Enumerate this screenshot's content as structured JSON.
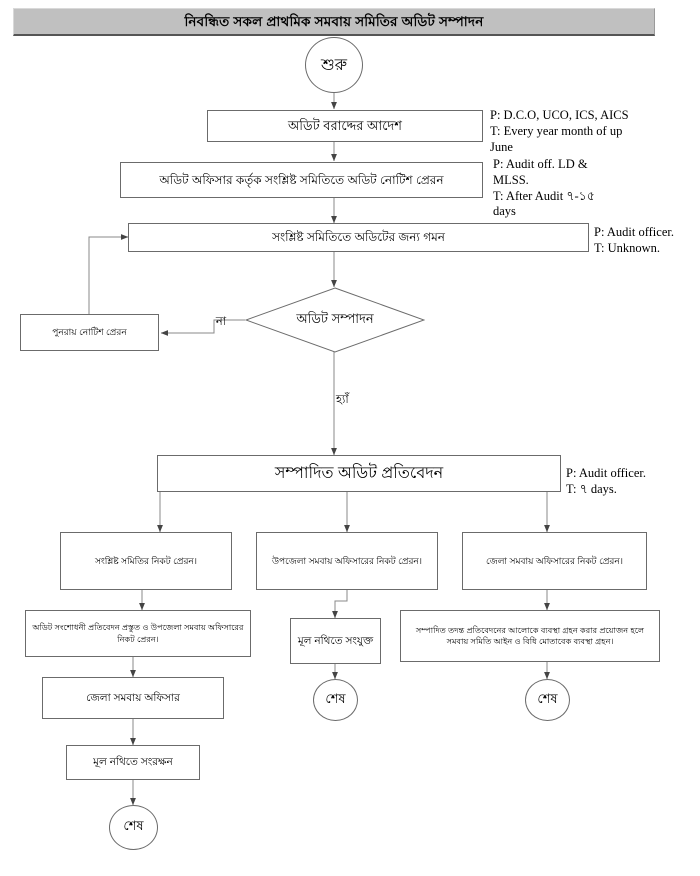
{
  "header": {
    "title": "নিবন্ধিত সকল প্রাথমিক সমবায় সমিতির অডিট সম্পাদন"
  },
  "nodes": {
    "start": {
      "label": "শুরু"
    },
    "audit_allocation_order": {
      "label": "অডিট বরাদ্দের আদেশ"
    },
    "audit_notice_send": {
      "label": "অডিট অফিসার কর্তৃক সংশ্লিষ্ট সমিতিতে অডিট নোটিশ প্রেরন"
    },
    "go_to_society": {
      "label": "সংশ্লিষ্ট সমিতিতে অডিটের জন্য গমন"
    },
    "decision_audit_done": {
      "label": "অডিট সম্পাদন"
    },
    "resend_notice": {
      "label": "পুনরায় নোটিশ প্রেরন"
    },
    "completed_audit_report": {
      "label": "সম্পাদিত অডিট প্রতিবেদন"
    },
    "send_to_society": {
      "label": "সংশ্লিষ্ট সমিতির নিকট প্রেরন।"
    },
    "send_to_upazila_officer": {
      "label": "উপজেলা সমবায় অফিসারের নিকট প্রেরন।"
    },
    "send_to_district_officer": {
      "label": "জেলা সমবায় অফিসারের নিকট প্রেরন।"
    },
    "corrective_report": {
      "label": "অডিট সংশোধনী প্রতিবেদন প্রস্তুত ও উপজেলা সমবায় অফিসারের নিকট প্রেরন।"
    },
    "attach_to_main_file": {
      "label": "মূল নথিতে সংযুক্ত"
    },
    "legal_action": {
      "label": "সম্পাদিত তদন্ত প্রতিবেদনের আলোকে ব্যবস্থা গ্রহন করার প্রয়োজন হলে সমবায় সমিতি আইন ও  বিধি মোতাবেক ব্যবস্থা গ্রহন।"
    },
    "district_coop_officer": {
      "label": "জেলা সমবায় অফিসার"
    },
    "preserve_main_file": {
      "label": "মূল নথিতে সংরক্ষন"
    },
    "end_left": {
      "label": "শেষ"
    },
    "end_middle": {
      "label": "শেষ"
    },
    "end_right": {
      "label": "শেষ"
    }
  },
  "edge_labels": {
    "no": "না",
    "yes": "হ্যাঁ"
  },
  "annotations": {
    "allocation": "P: D.C.O, UCO, ICS, AICS\nT: Every year month of up\nJune",
    "notice": "P: Audit off. LD &\nMLSS.\nT: After Audit ৭-১৫\ndays",
    "travel": "P: Audit officer.\nT: Unknown.",
    "report": "P: Audit officer.\nT: ৭ days."
  },
  "colors": {
    "header_bg": "#c0c0c0",
    "stroke": "#6b6b6b",
    "text": "#000000",
    "page_bg": "#ffffff"
  }
}
